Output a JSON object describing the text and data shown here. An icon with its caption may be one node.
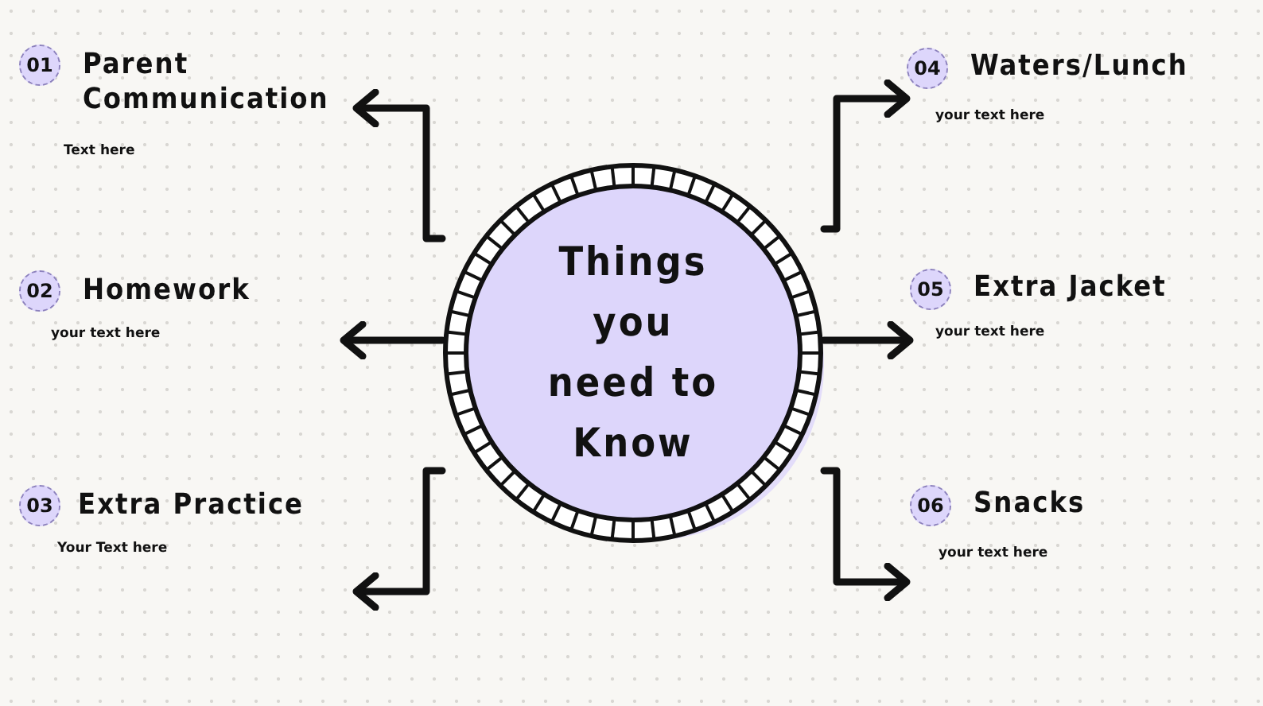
{
  "diagram": {
    "nodes": [
      {
        "text": [
          "Things you need to Know"
        ]
      },
      {
        "text": [
          "01",
          "Parent Communication",
          "Text here"
        ]
      },
      {
        "text": [
          "02",
          "Homework",
          "your text here"
        ]
      },
      {
        "text": [
          "03",
          "Extra Practice",
          "Your Text here"
        ]
      },
      {
        "text": [
          "04",
          "Waters/Lunch",
          "your text here"
        ]
      },
      {
        "text": [
          "05",
          "Extra Jacket",
          "your text here"
        ]
      },
      {
        "text": [
          "06",
          "Snacks",
          "your text here"
        ]
      }
    ],
    "edges": [
      {
        "from": 0,
        "to": 1,
        "arrow": "to"
      },
      {
        "from": 0,
        "to": 2,
        "arrow": "to"
      },
      {
        "from": 0,
        "to": 3,
        "arrow": "to"
      },
      {
        "from": 0,
        "to": 4,
        "arrow": "to"
      },
      {
        "from": 0,
        "to": 5,
        "arrow": "to"
      },
      {
        "from": 0,
        "to": 6,
        "arrow": "to"
      }
    ]
  }
}
